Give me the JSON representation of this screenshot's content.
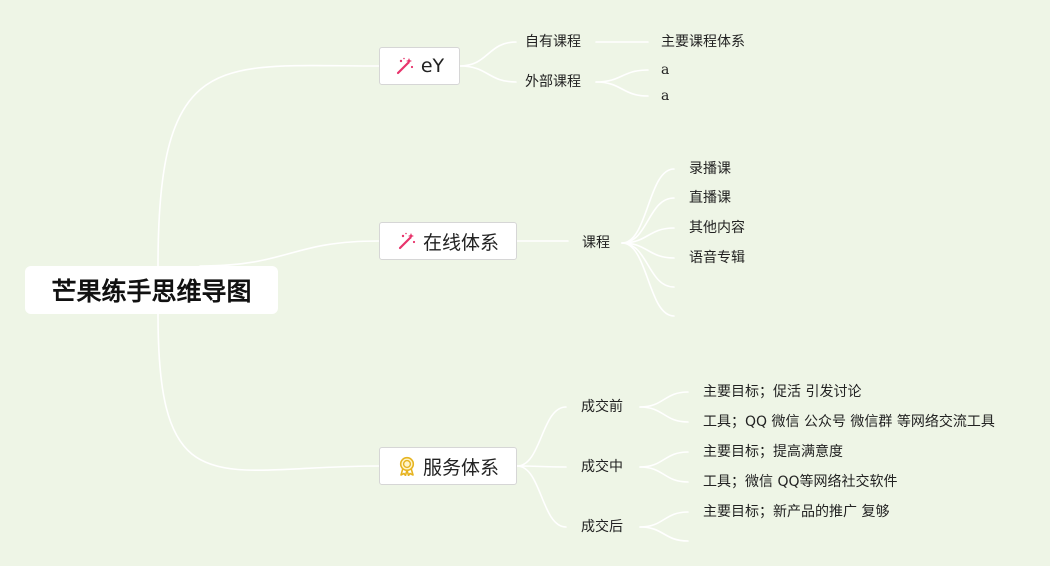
{
  "root": {
    "title": "芒果练手思维导图"
  },
  "branches": [
    {
      "label": "eY",
      "icon": "magic-wand-icon",
      "children": [
        {
          "label": "自有课程",
          "children": [
            "主要课程体系"
          ]
        },
        {
          "label": "外部课程",
          "children": [
            "a",
            "a"
          ]
        }
      ]
    },
    {
      "label": "在线体系",
      "icon": "magic-wand-icon",
      "children": [
        {
          "label": "课程",
          "children": [
            "录播课",
            "直播课",
            "其他内容",
            "语音专辑",
            "",
            ""
          ]
        }
      ]
    },
    {
      "label": "服务体系",
      "icon": "award-medal-icon",
      "children": [
        {
          "label": "成交前",
          "children": [
            "主要目标；促活 引发讨论",
            "工具；QQ 微信 公众号 微信群 等网络交流工具"
          ]
        },
        {
          "label": "成交中",
          "children": [
            "主要目标；提高满意度",
            "工具；微信 QQ等网络社交软件"
          ]
        },
        {
          "label": "成交后",
          "children": [
            "主要目标；新产品的推广 复够",
            ""
          ]
        }
      ]
    }
  ],
  "colors": {
    "background": "#eef5e6",
    "connector": "#ffffff",
    "wand": "#e8336b",
    "medal": "#e6b422"
  }
}
